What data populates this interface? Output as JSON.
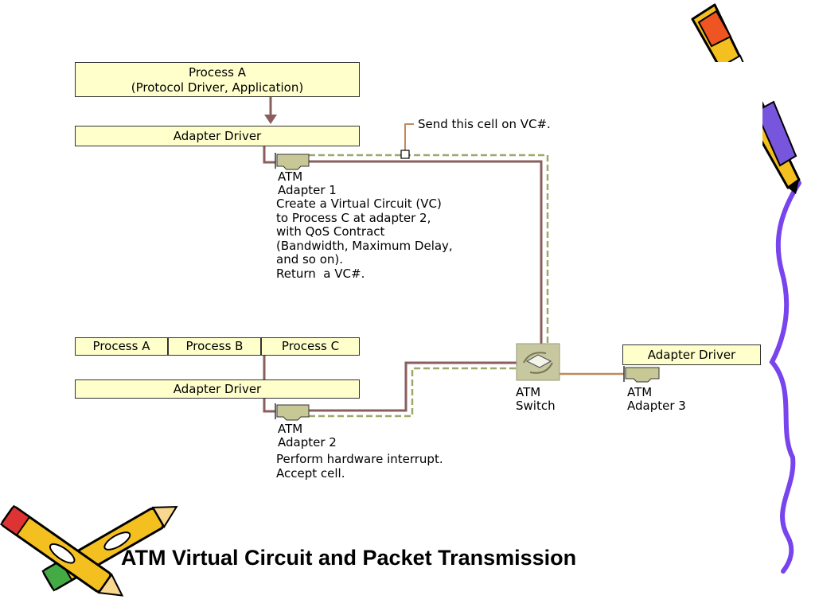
{
  "process_a_box": {
    "line1": "Process A",
    "line2": "(Protocol Driver, Application)"
  },
  "adapter_driver_top": "Adapter Driver",
  "send_note": "Send this cell on VC#.",
  "atm_adapter_1": {
    "line1": "ATM",
    "line2": "Adapter 1"
  },
  "create_vc_note": "Create a Virtual Circuit (VC)\nto Process C at adapter 2,\nwith QoS Contract\n(Bandwidth, Maximum Delay,\nand so on).\nReturn  a VC#.",
  "process_row": [
    "Process A",
    "Process B",
    "Process C"
  ],
  "adapter_driver_bottom": "Adapter Driver",
  "atm_adapter_2": {
    "line1": "ATM",
    "line2": "Adapter 2"
  },
  "interrupt_note": "Perform hardware interrupt.\nAccept cell.",
  "atm_switch": {
    "line1": "ATM",
    "line2": "Switch"
  },
  "adapter_driver_right": "Adapter Driver",
  "atm_adapter_3": {
    "line1": "ATM",
    "line2": "Adapter 3"
  },
  "title": "ATM Virtual Circuit and Packet Transmission",
  "colors": {
    "box_fill": "#ffffcc",
    "circuit_line": "#8b5e5e",
    "virtual_circuit_dash": "#9aaa6a",
    "note_connector": "#c08a60",
    "adapter_card": "#c8c896",
    "squiggle": "#7744ee"
  }
}
